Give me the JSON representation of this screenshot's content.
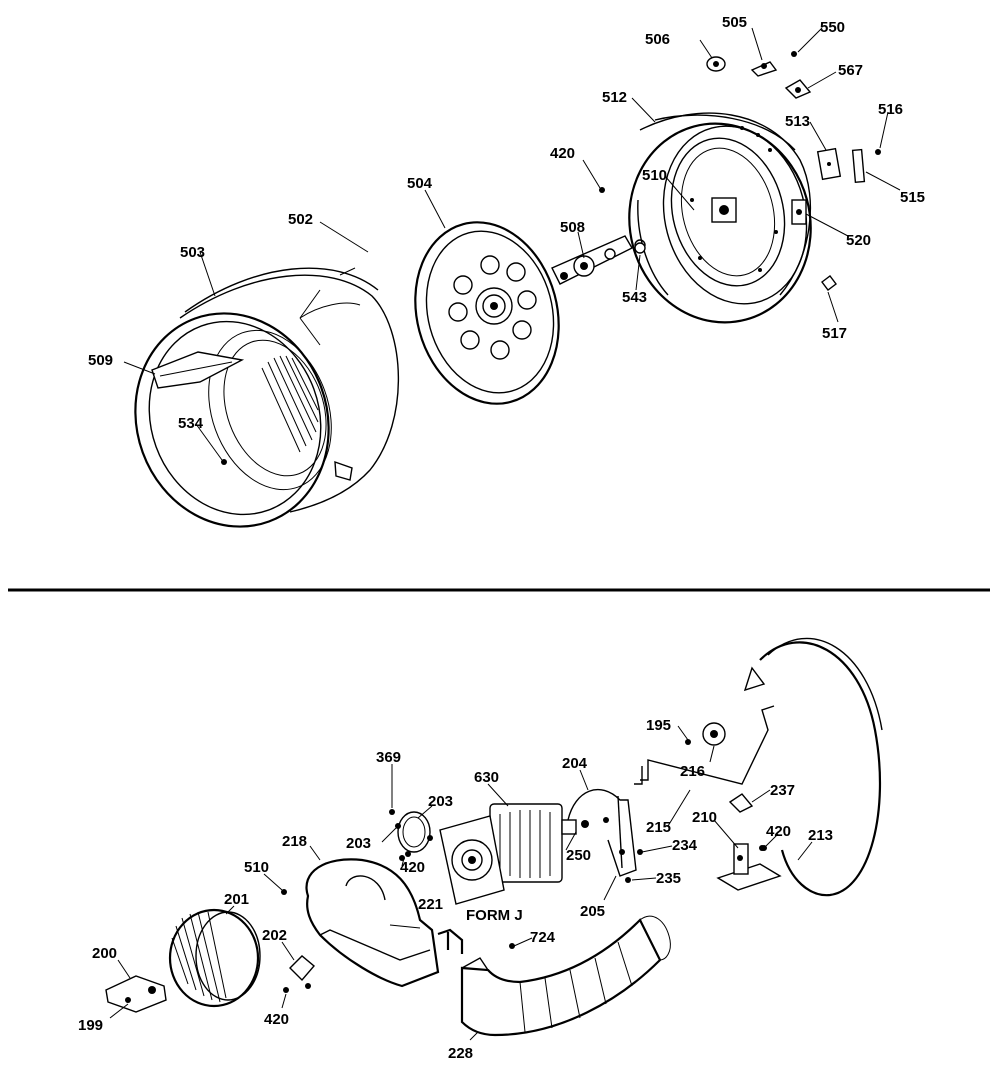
{
  "top_section": {
    "labels": [
      "506",
      "505",
      "550",
      "567",
      "512",
      "513",
      "516",
      "515",
      "420",
      "510",
      "520",
      "543",
      "508",
      "517",
      "504",
      "502",
      "503",
      "509",
      "534"
    ]
  },
  "bottom_section": {
    "labels": [
      "195",
      "216",
      "237",
      "210",
      "420",
      "213",
      "215",
      "234",
      "235",
      "204",
      "205",
      "630",
      "250",
      "369",
      "203",
      "203",
      "420",
      "218",
      "221",
      "724",
      "228",
      "510",
      "201",
      "202",
      "420",
      "200",
      "199"
    ],
    "form_note": "FORM J"
  }
}
